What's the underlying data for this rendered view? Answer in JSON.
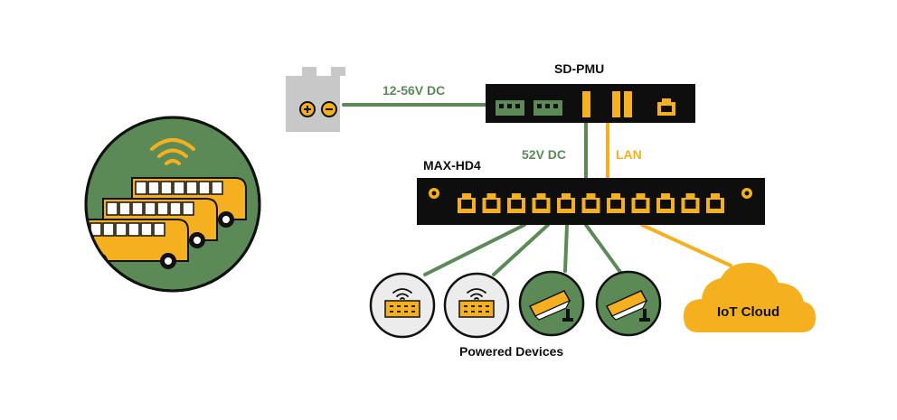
{
  "labels": {
    "power_line": "12-56V DC",
    "pmu": "SD-PMU",
    "dc_link": "52V DC",
    "lan_link": "LAN",
    "switch": "MAX-HD4",
    "devices": "Powered Devices",
    "cloud": "IoT Cloud"
  },
  "colors": {
    "green": "#5b8a57",
    "yellow": "#f4b01f",
    "black": "#0e0e0e",
    "gray": "#c8c8c8",
    "device_bg": "#ececec"
  },
  "icons": [
    "wifi-icon",
    "bus-icon",
    "battery-icon",
    "camera-icon",
    "access-point-icon",
    "cloud-icon",
    "rj45-port-icon"
  ]
}
